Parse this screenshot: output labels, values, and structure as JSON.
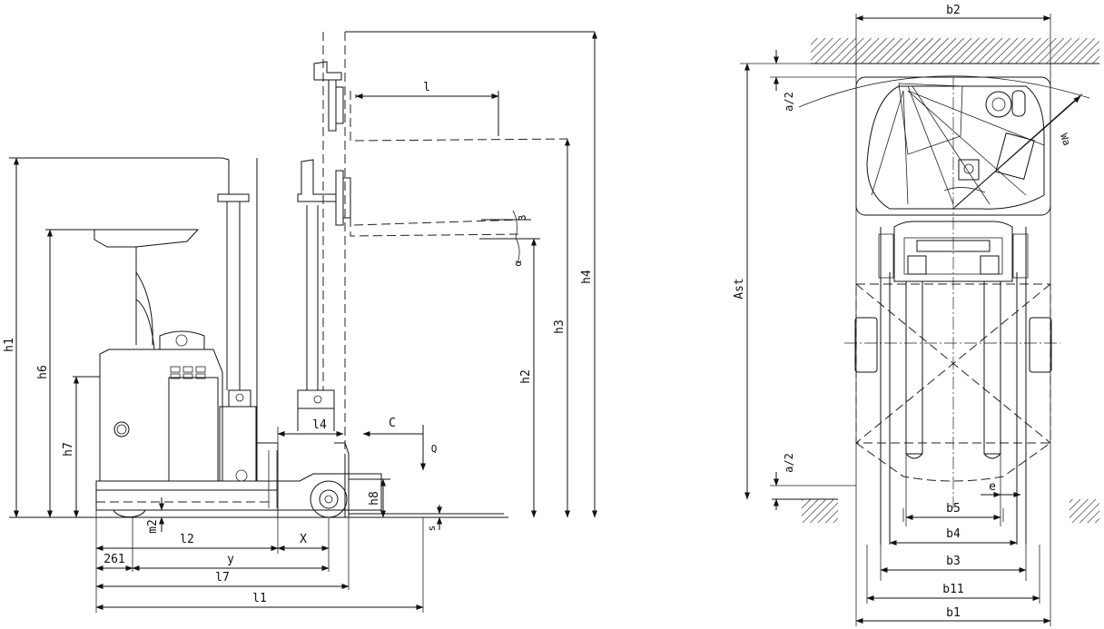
{
  "side_view": {
    "dims": {
      "h1": "h1",
      "h6": "h6",
      "h7": "h7",
      "h8": "h8",
      "h2": "h2",
      "h3": "h3",
      "h4": "h4",
      "l": "l",
      "l4": "l4",
      "c": "C",
      "q": "Q",
      "m2": "m2",
      "l2": "l2",
      "x": "X",
      "y": "y",
      "w261": "261",
      "l7": "l7",
      "l1": "l1",
      "s": "s",
      "alpha": "α",
      "beta": "β"
    }
  },
  "top_view": {
    "dims": {
      "b2": "b2",
      "ast": "Ast",
      "a2_top": "a/2",
      "a2_bottom": "a/2",
      "wa": "Wa",
      "b5": "b5",
      "e": "e",
      "b4": "b4",
      "b3": "b3",
      "b11": "b11",
      "b1": "b1"
    }
  },
  "colors": {
    "line": "#111111",
    "background": "#ffffff"
  }
}
